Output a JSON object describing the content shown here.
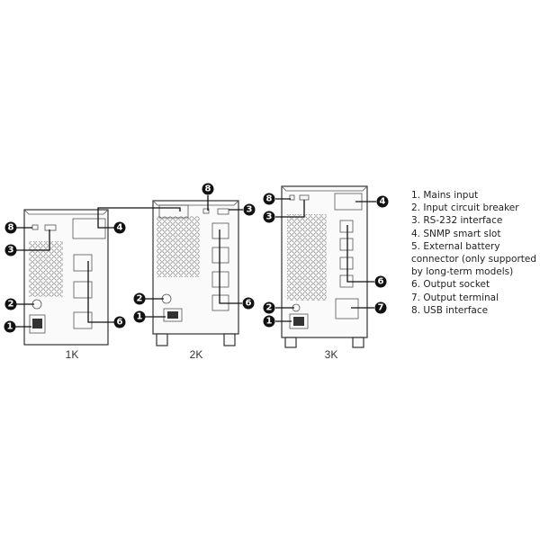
{
  "models": [
    "1K",
    "2K",
    "3K"
  ],
  "callouts": {
    "n1": "1",
    "n2": "2",
    "n3": "3",
    "n4": "4",
    "n6": "6",
    "n7": "7",
    "n8": "8"
  },
  "legend": [
    "1. Mains input",
    "2. Input circuit breaker",
    "3. RS-232 interface",
    "4. SNMP smart slot",
    "5. External battery connector (only supported by long-term models)",
    "6. Output socket",
    "7. Output terminal",
    "8. USB interface"
  ]
}
